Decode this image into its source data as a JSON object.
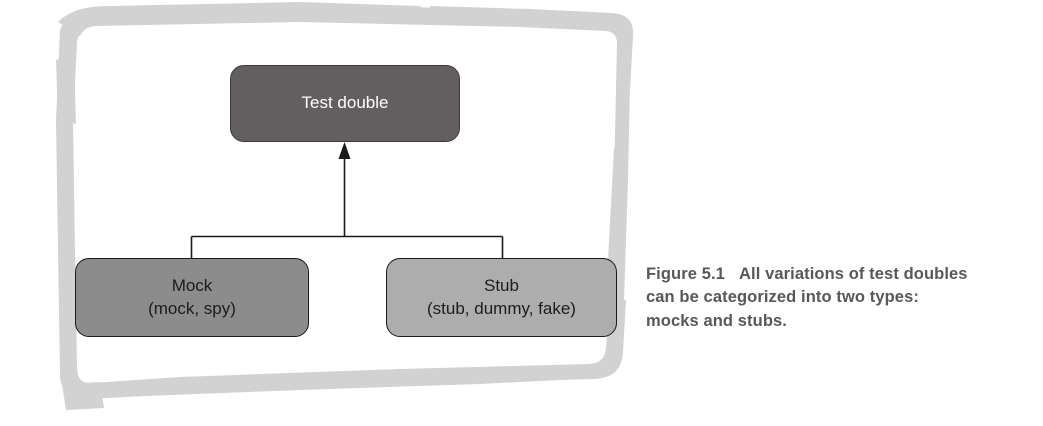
{
  "figure": {
    "caption_label": "Figure 5.1",
    "caption_text": "All variations of test doubles can be categorized into two types: mocks and stubs.",
    "frame_color": "#d2d2d2",
    "background_color": "#ffffff"
  },
  "diagram": {
    "type": "hierarchy",
    "connector_color": "#1a1a1a",
    "nodes": [
      {
        "id": "test-double",
        "title": "Test double",
        "subtitle": "",
        "fill": "#635f60",
        "text_color": "#ffffff"
      },
      {
        "id": "mock",
        "title": "Mock",
        "subtitle": "(mock, spy)",
        "fill": "#8c8c8c",
        "text_color": "#1c1c1c"
      },
      {
        "id": "stub",
        "title": "Stub",
        "subtitle": "(stub, dummy, fake)",
        "fill": "#adadad",
        "text_color": "#1c1c1c"
      }
    ],
    "edges": [
      {
        "from": "mock",
        "to": "test-double",
        "style": "inheritance-arrow"
      },
      {
        "from": "stub",
        "to": "test-double",
        "style": "inheritance-arrow"
      }
    ]
  }
}
